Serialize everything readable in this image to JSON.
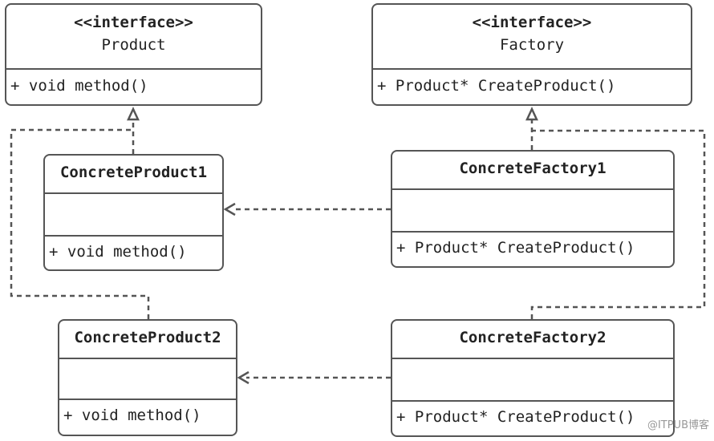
{
  "classes": {
    "product": {
      "stereotype": "<<interface>>",
      "name": "Product",
      "operation": "+ void method()"
    },
    "factory": {
      "stereotype": "<<interface>>",
      "name": "Factory",
      "operation": "+ Product* CreateProduct()"
    },
    "concrete_product1": {
      "name": "ConcreteProduct1",
      "operation": "+ void method()"
    },
    "concrete_product2": {
      "name": "ConcreteProduct2",
      "operation": "+ void method()"
    },
    "concrete_factory1": {
      "name": "ConcreteFactory1",
      "operation": "+ Product* CreateProduct()"
    },
    "concrete_factory2": {
      "name": "ConcreteFactory2",
      "operation": "+ Product* CreateProduct()"
    }
  },
  "relations": [
    {
      "type": "realization",
      "from": "ConcreteProduct1",
      "to": "Product"
    },
    {
      "type": "realization",
      "from": "ConcreteProduct2",
      "to": "Product"
    },
    {
      "type": "realization",
      "from": "ConcreteFactory1",
      "to": "Factory"
    },
    {
      "type": "realization",
      "from": "ConcreteFactory2",
      "to": "Factory"
    },
    {
      "type": "dependency",
      "from": "ConcreteFactory1",
      "to": "ConcreteProduct1"
    },
    {
      "type": "dependency",
      "from": "ConcreteFactory2",
      "to": "ConcreteProduct2"
    }
  ],
  "colors": {
    "line": "#555555",
    "text": "#222222",
    "background": "#ffffff"
  },
  "watermark": "@ITPUB博客"
}
